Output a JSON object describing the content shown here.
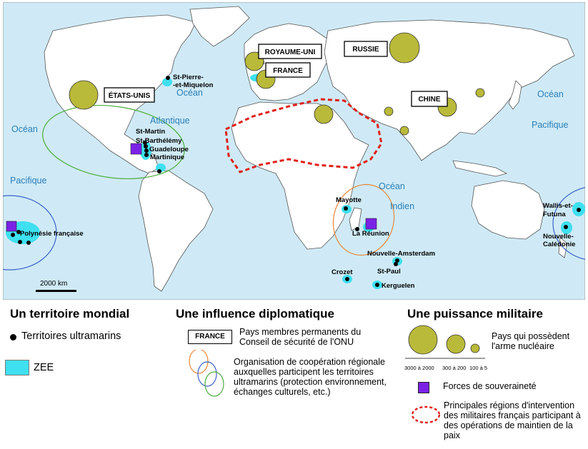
{
  "oceans": {
    "ocean": "Océan",
    "atlantique": "Atlantique",
    "pacifique": "Pacifique",
    "indien": "Indien"
  },
  "territories": {
    "st_pierre": "St-Pierre-",
    "miquelon": "-et-Miquelon",
    "st_martin": "St-Martin",
    "st_barth": "St-Barthélémy",
    "guadeloupe": "Guadeloupe",
    "martinique": "Martinique",
    "polynesie": "Polynésie française",
    "mayotte": "Mayotte",
    "reunion": "La Réunion",
    "nouvelle_amsterdam": "Nouvelle-Amsterdam",
    "crozet": "Crozet",
    "st_paul": "St-Paul",
    "kerguelen": "Kerguelen",
    "wallis": "Wallis-et-",
    "futuna": "Futuna",
    "nouvelle": "Nouvelle-",
    "caledonie": "Calédonie"
  },
  "un_members": {
    "usa": "ÉTATS-UNIS",
    "uk": "ROYAUME-UNI",
    "france": "FRANCE",
    "russia": "RUSSIE",
    "china": "CHINE"
  },
  "scale": "2000 km",
  "legend": {
    "section1_title": "Un territoire mondial",
    "territories": "Territoires ultramarins",
    "zee": "ZEE",
    "section2_title": "Une influence diplomatique",
    "box_sample": "FRANCE",
    "permanent_members": "Pays membres permanents du Conseil de sécurité de l'ONU",
    "regional_org": "Organisation de coopération régionale auxquelles participent les territoires ultramarins (protection environnement, échanges culturels, etc.)",
    "section3_title": "Une puissance militaire",
    "nuclear": "Pays qui possèdent l'arme nucléaire",
    "size1": "3000 à 2000",
    "size2": "300 à 200",
    "size3": "100 à 5",
    "sovereignty": "Forces de souveraineté",
    "interventions": "Principales régions d'intervention des militaires français participant à des opérations de maintien de la paix"
  },
  "colors": {
    "sea": "#cfeaf6",
    "land": "#ffffff",
    "nuclear": "#b9b93a",
    "zee": "#3fe0ef",
    "sovereignty": "#7b22e6",
    "intervention": "#e0201a",
    "org_orange": "#e8883a",
    "org_blue": "#3a62c8",
    "org_green": "#4cae3e"
  }
}
